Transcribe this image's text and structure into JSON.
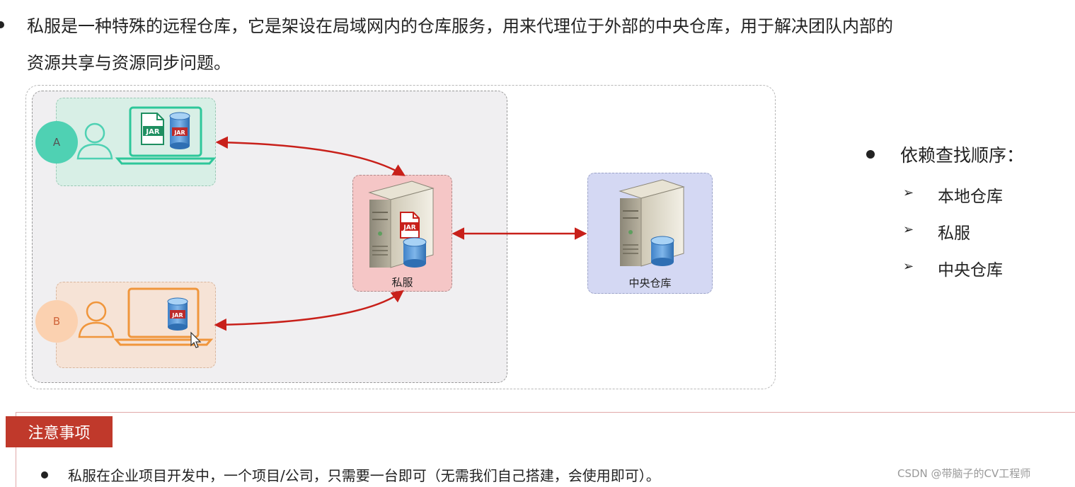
{
  "intro": {
    "line1": "私服是一种特殊的远程仓库，它是架设在局域网内的仓库服务，用来代理位于外部的中央仓库，用于解决团队内部的",
    "line2": "资源共享与资源同步问题。"
  },
  "diagram": {
    "user_a_label": "A",
    "user_b_label": "B",
    "jar_label": "JAR",
    "private_server_label": "私服",
    "central_repo_label": "中央仓库",
    "colors": {
      "arrow": "#c8201a",
      "lan_bg": "#f0eff1",
      "dev_a_bg": "#d8efe6",
      "dev_b_bg": "#f6e3d6",
      "private_bg": "#f5c6c6",
      "central_bg": "#d4d8f3",
      "laptop_a": "#2ec79a",
      "laptop_b": "#f0963c"
    }
  },
  "lookup": {
    "title": "依赖查找顺序：",
    "items": [
      "本地仓库",
      "私服",
      "中央仓库"
    ]
  },
  "notes": {
    "tab_label": "注意事项",
    "text": "私服在企业项目开发中，一个项目/公司，只需要一台即可（无需我们自己搭建，会使用即可）。"
  },
  "watermark": "CSDN @带脑子的CV工程师"
}
